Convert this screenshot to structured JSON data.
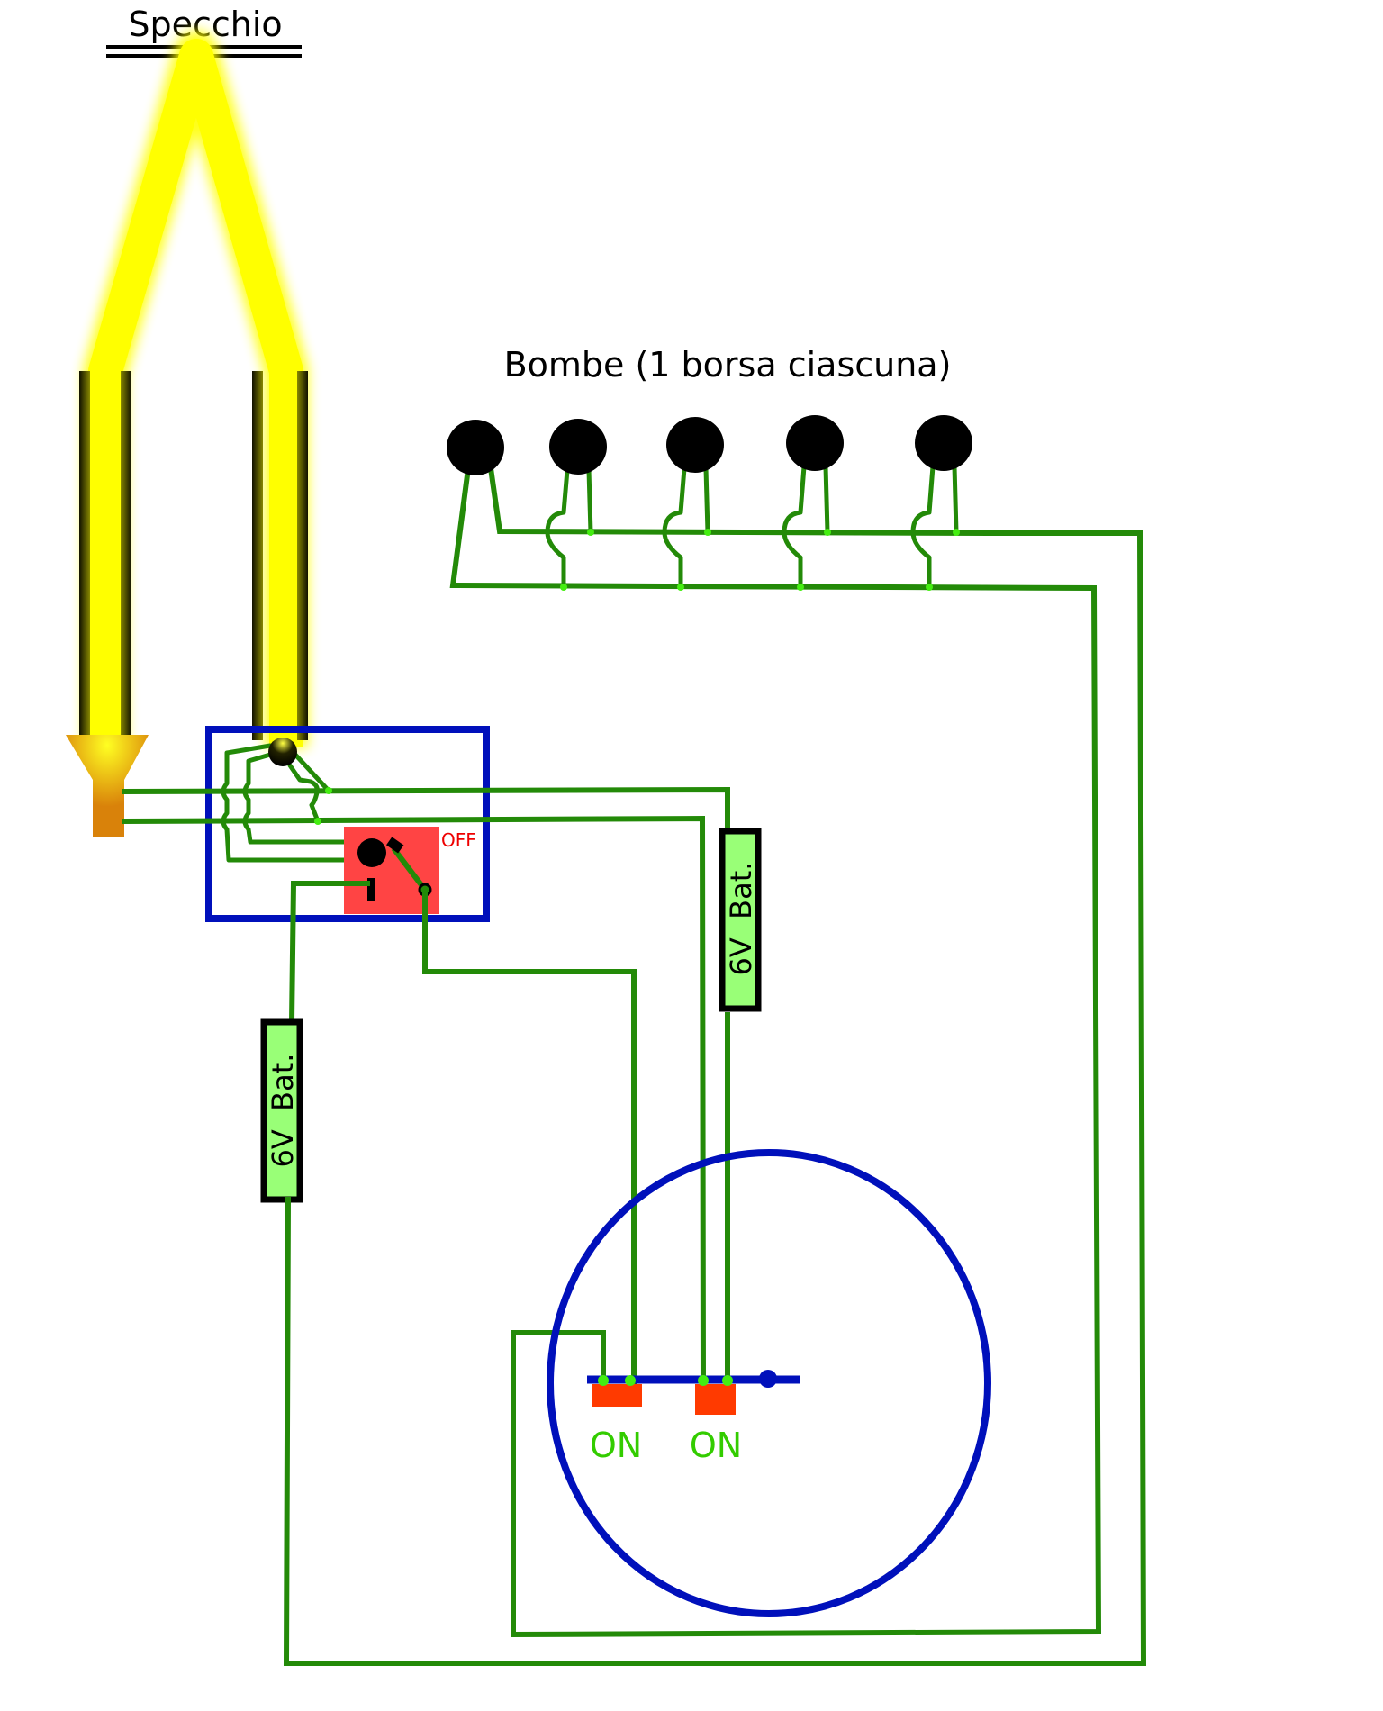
{
  "title": "Specchio",
  "bombs_label": "Bombe (1 borsa ciascuna)",
  "bomb_count": 5,
  "switch": {
    "state_label": "OFF"
  },
  "batteries": [
    {
      "label": "6V  Bat."
    },
    {
      "label": "6V  Bat."
    }
  ],
  "contacts": [
    {
      "label": "ON"
    },
    {
      "label": "ON"
    }
  ],
  "colors": {
    "wire": "#238a08",
    "junction": "#44ee11",
    "enclosure": "#0010bb",
    "switch_body": "#ff4444",
    "contact_pad": "#ff3a00",
    "battery_fill": "#99ff77",
    "on_text": "#33cc00",
    "off_text": "#ee0000",
    "light_beam": "#ffff00",
    "torch": "#d9820a"
  }
}
